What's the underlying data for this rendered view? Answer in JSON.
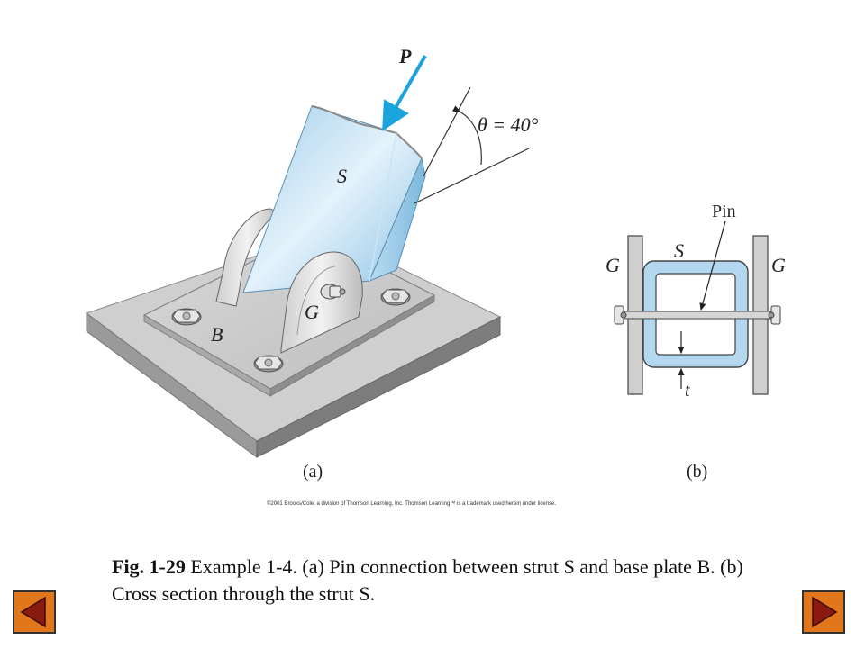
{
  "figure_a": {
    "label_P": "P",
    "label_theta": "θ = 40°",
    "label_S": "S",
    "label_G": "G",
    "label_B": "B",
    "caption": "(a)"
  },
  "figure_b": {
    "label_pin": "Pin",
    "label_S": "S",
    "label_G_left": "G",
    "label_G_right": "G",
    "label_t": "t",
    "caption": "(b)"
  },
  "copyright": "©2001 Brooks/Cole, a division of Thomson Learning, Inc.  Thomson Learning™ is a trademark used herein under license.",
  "caption": {
    "fig_number": "Fig. 1-29",
    "text": "  Example 1-4.  (a) Pin connection between strut S and base plate B.  (b) Cross section through the strut S."
  },
  "navigation": {
    "prev_icon": "triangle-left-icon",
    "next_icon": "triangle-right-icon",
    "button_color": "#e2761a"
  },
  "colors": {
    "force_arrow": "#1aa3dd",
    "strut": "#a8d2ec",
    "plate": "#c8c8c8"
  }
}
